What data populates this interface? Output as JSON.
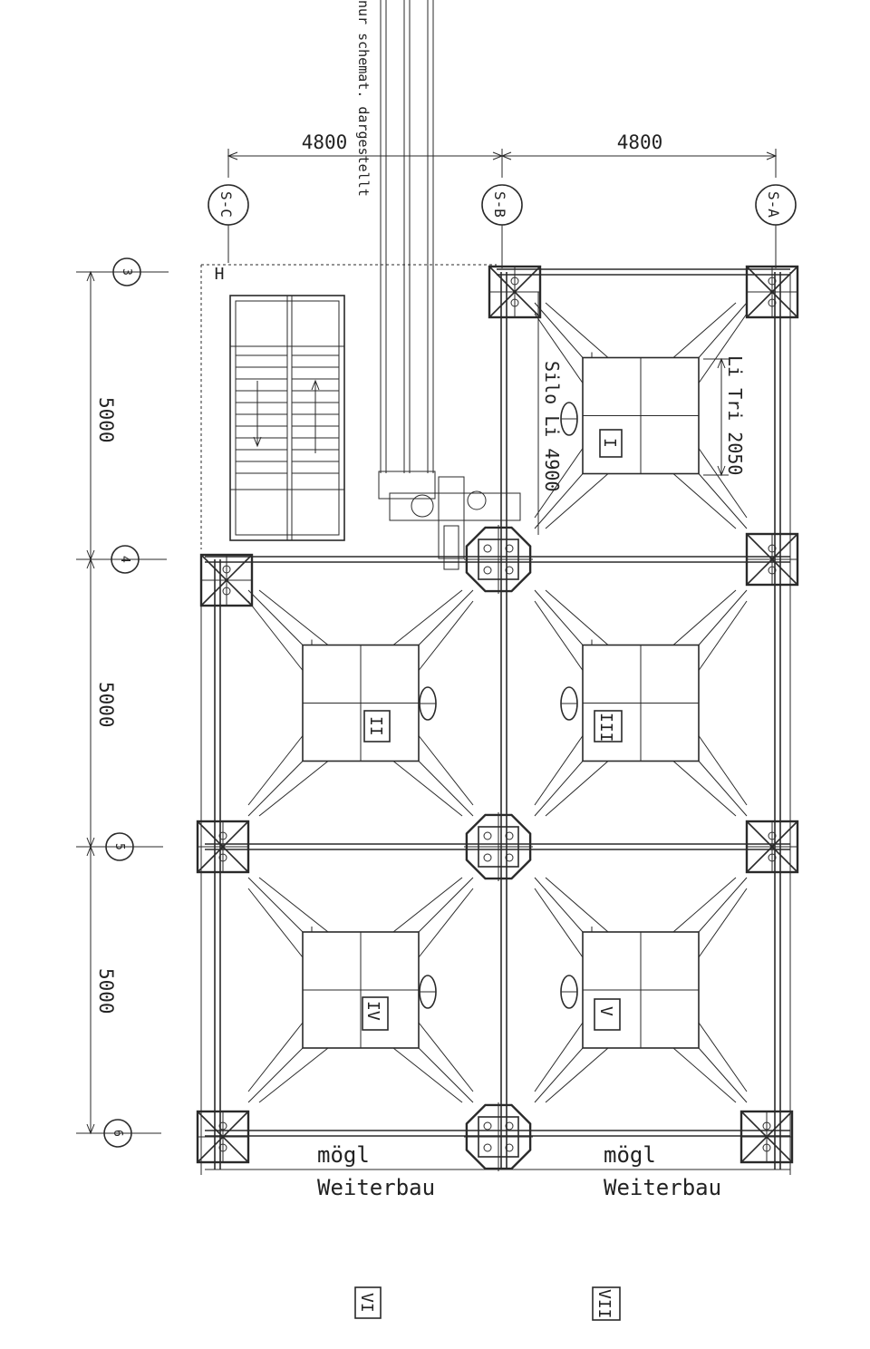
{
  "note": "nur schemat. dargestellt",
  "dimensions": {
    "top_left": "4800",
    "top_right": "4800",
    "left_1": "5000",
    "left_2": "5000",
    "left_3": "5000"
  },
  "axes": {
    "s_c": "S-C",
    "s_b": "S-B",
    "s_a": "S-A",
    "g3": "3",
    "g4": "4",
    "g5": "5",
    "g6": "6"
  },
  "marker_h": "H",
  "silo_label": "Silo Li 4900",
  "tri_label": "Li Tri 2050",
  "silos": {
    "s1": "I",
    "s2": "II",
    "s3": "III",
    "s4": "IV",
    "s5": "V",
    "s6": "VI",
    "s7": "VII"
  },
  "extension": {
    "left_line1": "mögl",
    "left_line2": "Weiterbau",
    "right_line1": "mögl",
    "right_line2": "Weiterbau"
  }
}
